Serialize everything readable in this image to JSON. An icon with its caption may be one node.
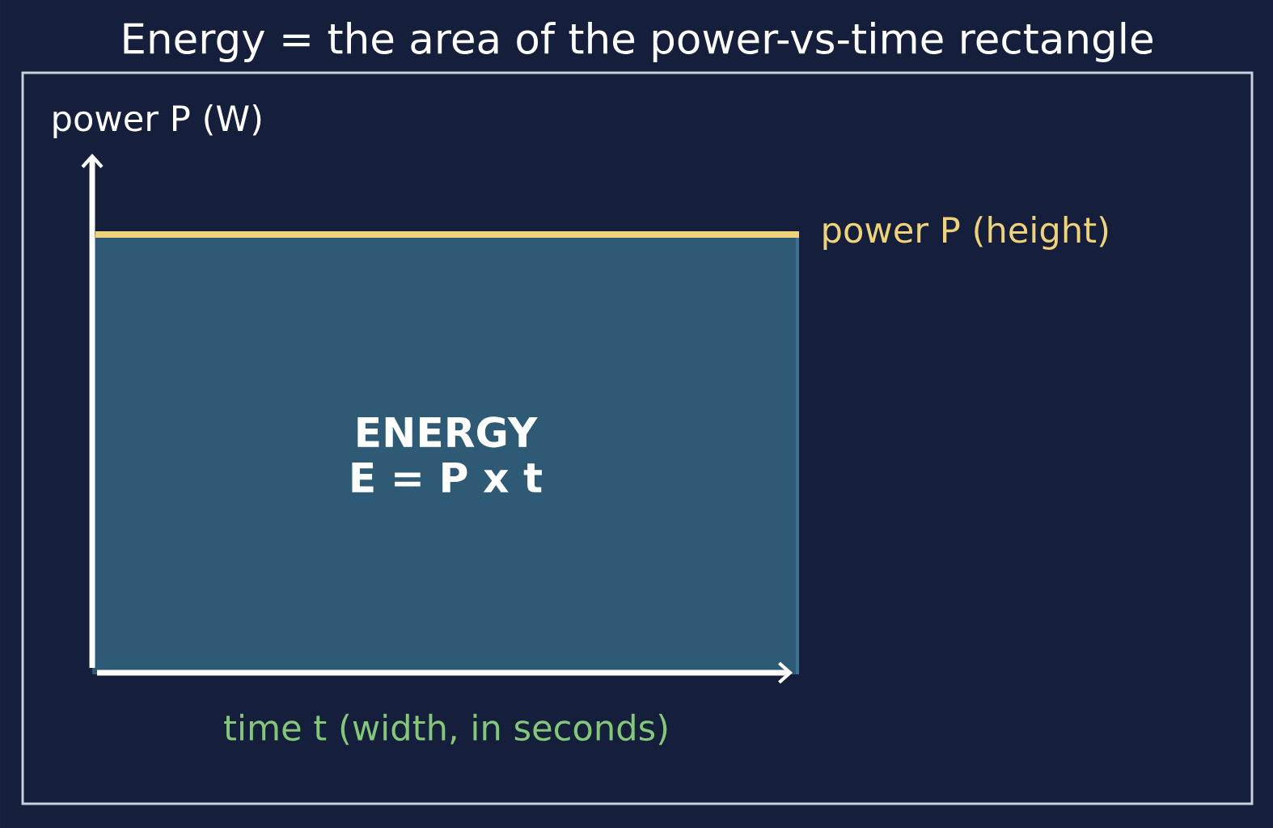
{
  "diagram": {
    "title": "Energy = the area of the power-vs-time rectangle",
    "nodes": [
      {
        "text": [
          "ENERGY",
          "E = P x t"
        ],
        "beside": [
          "power P (height)"
        ]
      }
    ],
    "labels": [
      "power P (W)",
      "time t (width, in seconds)"
    ]
  }
}
